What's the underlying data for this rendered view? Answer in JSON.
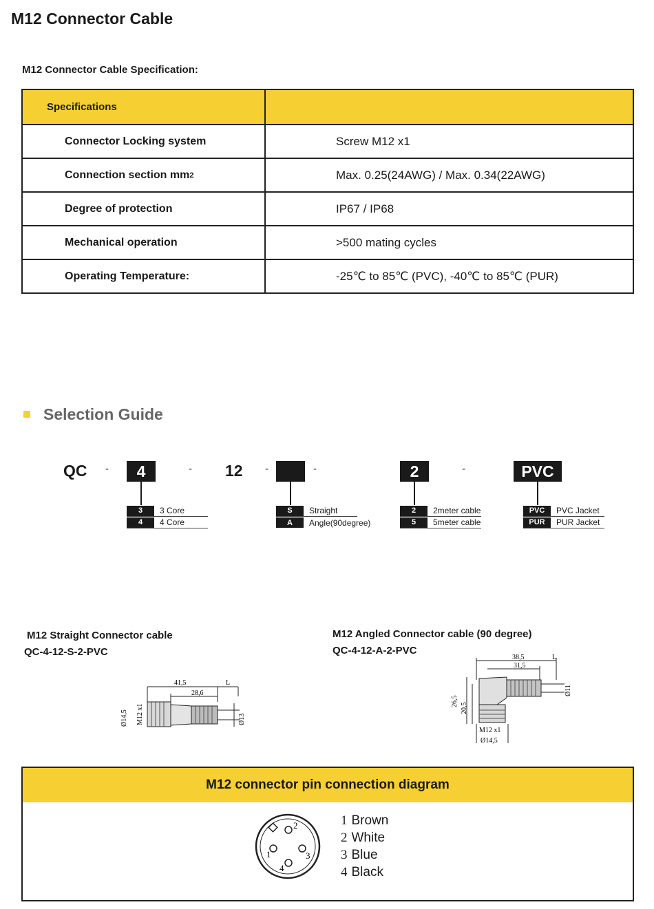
{
  "page_title": "M12 Connector Cable",
  "spec_subtitle": "M12 Connector Cable Specification:",
  "spec_table": {
    "header": "Specifications",
    "rows": [
      {
        "label": "Connector Locking system",
        "value": "Screw M12 x1"
      },
      {
        "label": "Connection section mm",
        "label_sup": "2",
        "value": "Max. 0.25(24AWG) / Max. 0.34(22AWG)"
      },
      {
        "label": "Degree of protection",
        "value": "IP67 / IP68"
      },
      {
        "label": "Mechanical operation",
        "value": ">500 mating cycles"
      },
      {
        "label": "Operating Temperature:",
        "value": "-25℃ to 85℃ (PVC), -40℃  to 85℃  (PUR)"
      }
    ]
  },
  "selection_guide": {
    "title": "Selection Guide",
    "code_parts": [
      "QC",
      "4",
      "12",
      "",
      "2",
      "PVC"
    ],
    "dash": "-",
    "cores": [
      {
        "key": "3",
        "text": "3 Core"
      },
      {
        "key": "4",
        "text": "4 Core"
      }
    ],
    "types": [
      {
        "key": "S",
        "text": "Straight"
      },
      {
        "key": "A",
        "text": "Angle(90degree)"
      }
    ],
    "lengths": [
      {
        "key": "2",
        "text": "2meter cable"
      },
      {
        "key": "5",
        "text": "5meter cable"
      }
    ],
    "jackets": [
      {
        "key": "PVC",
        "text": "PVC Jacket"
      },
      {
        "key": "PUR",
        "text": "PUR Jacket"
      }
    ]
  },
  "straight": {
    "title": "M12 Straight Connector cable",
    "code": "QC-4-12-S-2-PVC",
    "dims": {
      "len_total": "41,5",
      "len_body": "28,6",
      "L": "L",
      "d1": "Ø14,5",
      "thread": "M12 x1",
      "d2": "Ø13"
    }
  },
  "angled": {
    "title": "M12 Angled Connector cable (90 degree)",
    "code": "QC-4-12-A-2-PVC",
    "dims": {
      "len_total": "38,5",
      "len_body": "31,5",
      "L": "L",
      "h1": "26,5",
      "h2": "20,5",
      "thread": "M12 x1",
      "d1": "Ø14,5",
      "d2": "Ø11"
    }
  },
  "pin_diagram": {
    "title": "M12 connector pin connection diagram",
    "pins": [
      {
        "n": "1",
        "color": "Brown"
      },
      {
        "n": "2",
        "color": "White"
      },
      {
        "n": "3",
        "color": "Blue"
      },
      {
        "n": "4",
        "color": "Black"
      }
    ]
  },
  "colors": {
    "accent": "#f6cf33",
    "ink": "#1a1a1a"
  }
}
